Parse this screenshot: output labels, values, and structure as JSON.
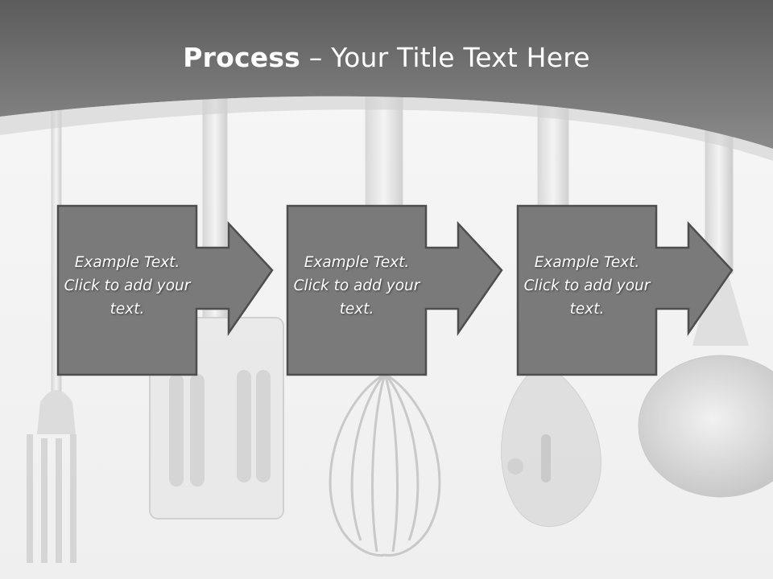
{
  "slide": {
    "title_bold": "Process",
    "title_rest": " – Your Title Text Here"
  },
  "steps": [
    {
      "text": "Example Text. Click  to add your text."
    },
    {
      "text": "Example Text. Click  to add your text."
    },
    {
      "text": "Example Text. Click  to add your text."
    }
  ],
  "colors": {
    "header": "#666666",
    "box_fill": "#7a7a7a",
    "box_border": "#4e4e4e",
    "text": "#ffffff"
  },
  "icons": [
    "fork-icon",
    "spatula-icon",
    "whisk-icon",
    "slotted-spoon-icon",
    "ladle-icon"
  ]
}
